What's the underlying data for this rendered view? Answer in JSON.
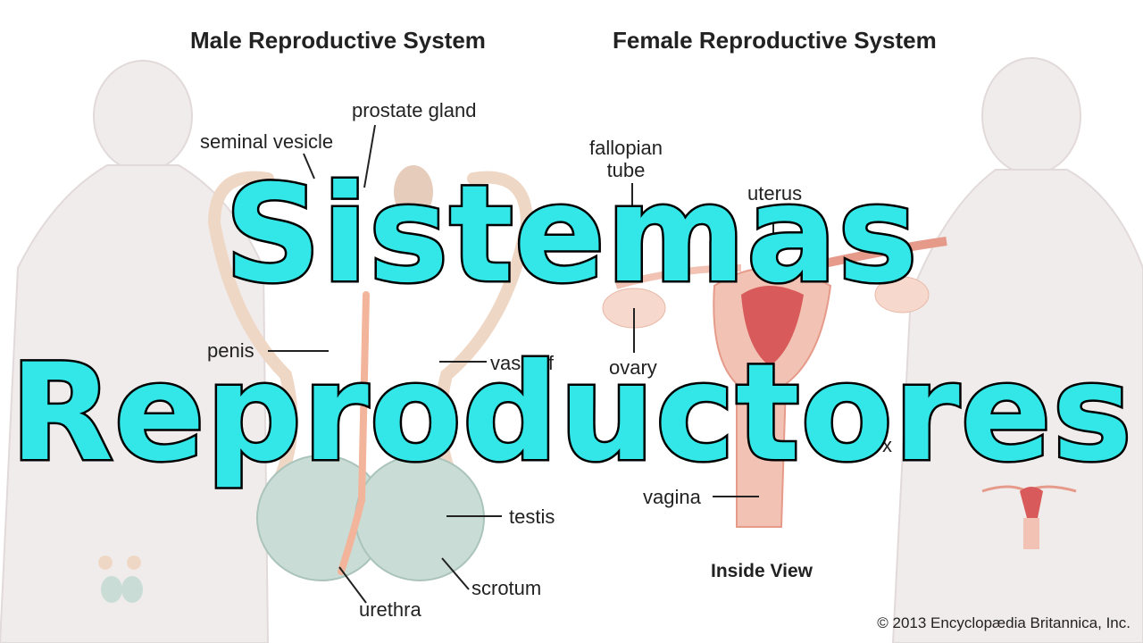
{
  "headings": {
    "male": "Male Reproductive System",
    "female": "Female Reproductive System"
  },
  "overlay": {
    "line1": "Sistemas",
    "line2": "Reproductores"
  },
  "male_labels": {
    "prostate_gland": "prostate gland",
    "seminal_vesicle": "seminal vesicle",
    "penis": "penis",
    "vas_deferens": "vas def",
    "testis": "testis",
    "scrotum": "scrotum",
    "urethra": "urethra"
  },
  "female_labels": {
    "fallopian_tube": "fallopian\ntube",
    "uterus": "uterus",
    "ovary": "ovary",
    "cervix": "x",
    "vagina": "vagina"
  },
  "inside_view": "Inside View",
  "copyright": "© 2013 Encyclopædia Britannica, Inc.",
  "colors": {
    "overlay_fill": "#33e6e8",
    "overlay_stroke": "#000000",
    "silhouette": "#efe9e9",
    "tissue_pink": "#f2c3b4",
    "testis_green": "#c9ddd6",
    "uterus_red": "#d85a5a"
  }
}
